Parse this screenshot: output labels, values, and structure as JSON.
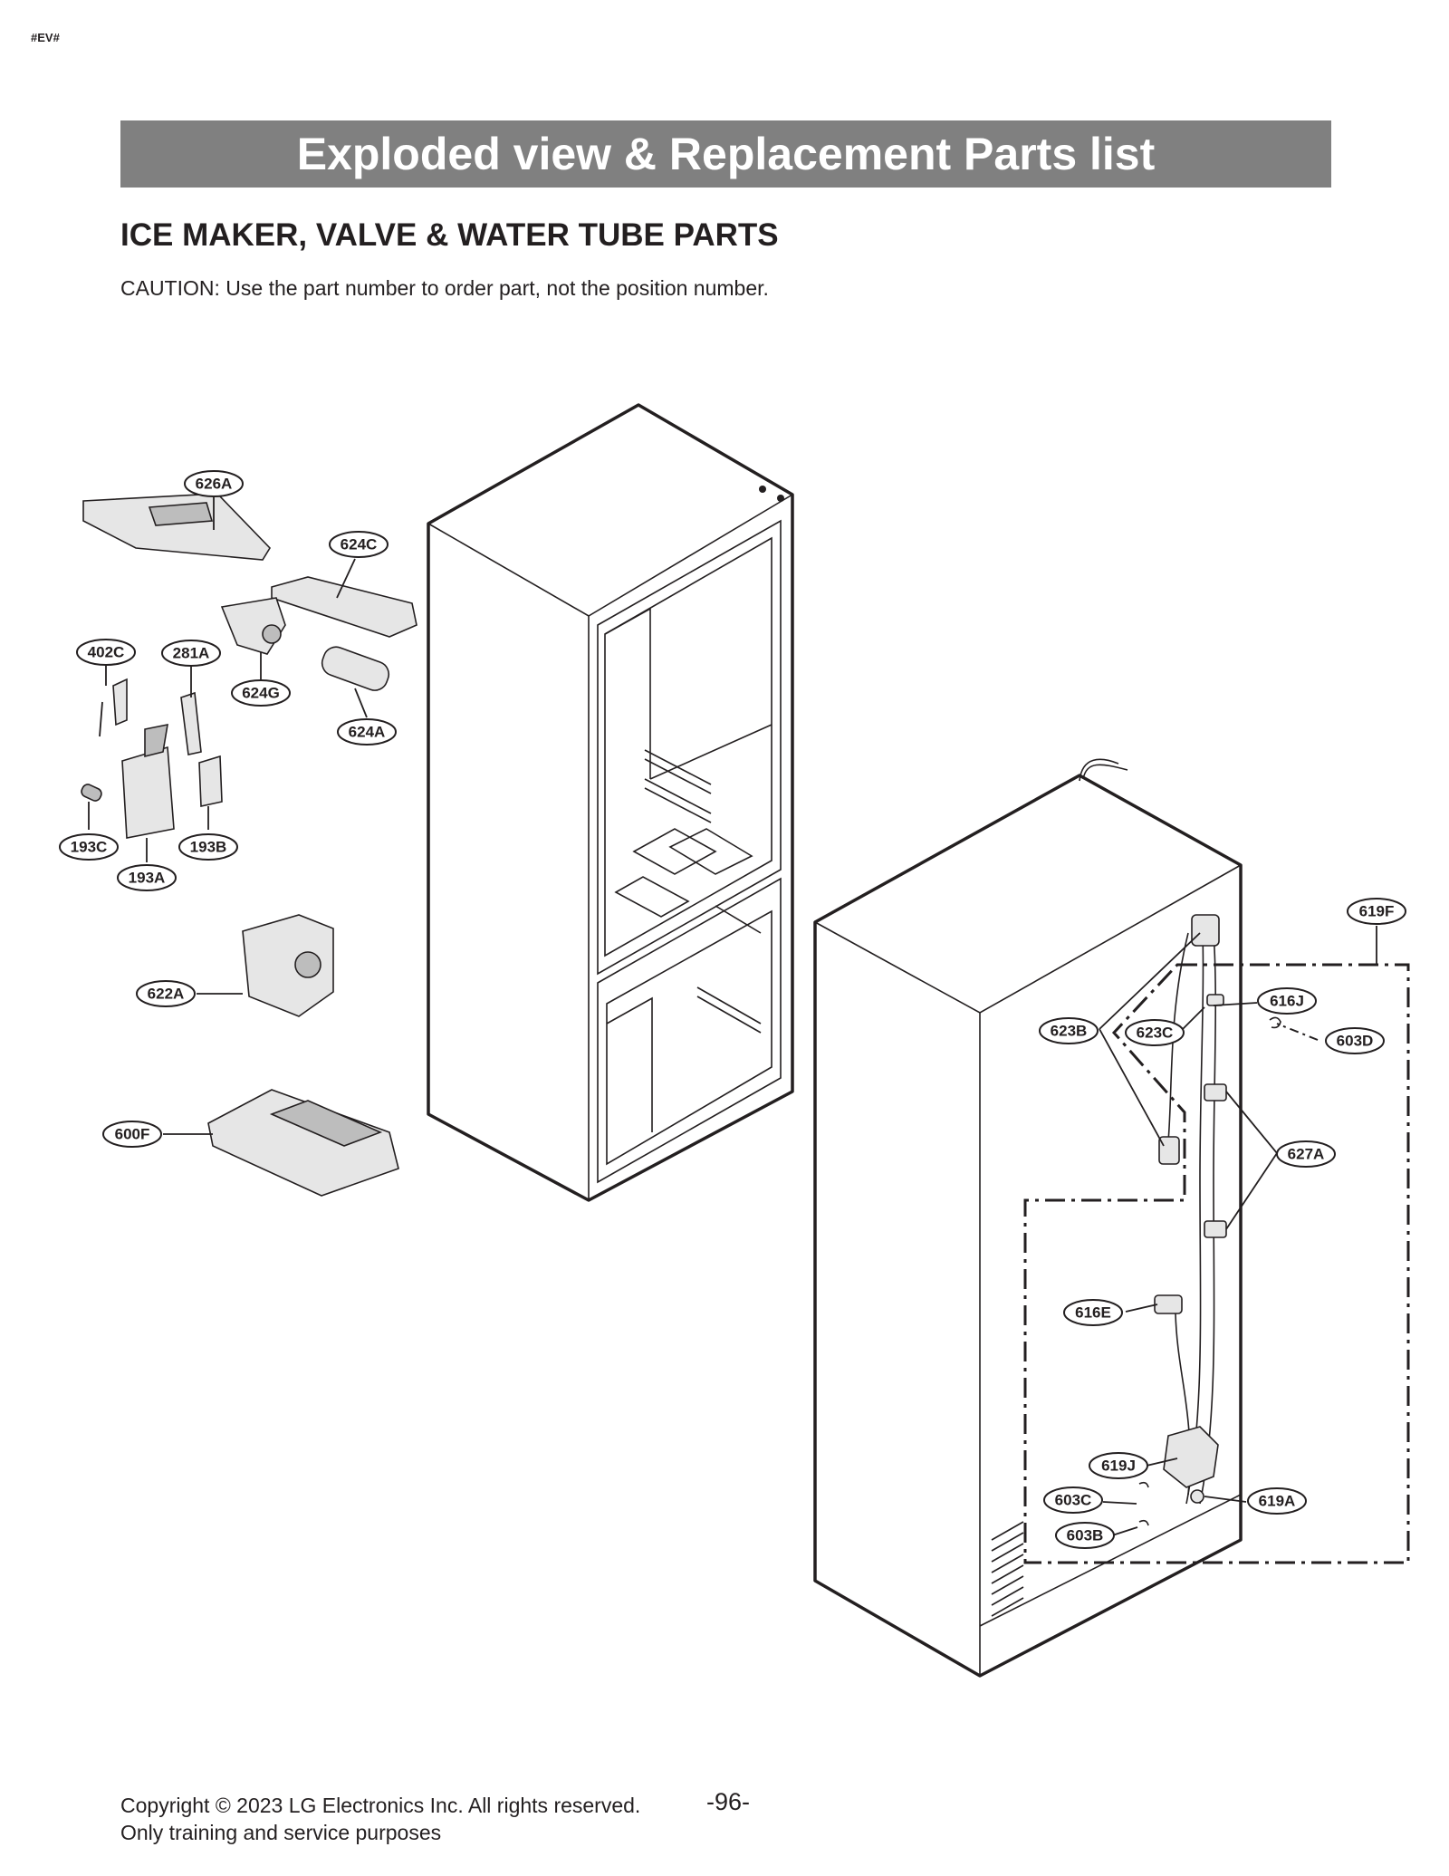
{
  "header": {
    "tag": "#EV#"
  },
  "banner": {
    "title": "Exploded view & Replacement Parts list"
  },
  "section": {
    "title": "ICE MAKER, VALVE & WATER TUBE PARTS",
    "caution": "CAUTION: Use the part number to order part, not the position number."
  },
  "callouts": {
    "c626A": "626A",
    "c624C": "624C",
    "c402C": "402C",
    "c281A": "281A",
    "c624G": "624G",
    "c624A": "624A",
    "c193C": "193C",
    "c193B": "193B",
    "c193A": "193A",
    "c622A": "622A",
    "c600F": "600F",
    "c619F": "619F",
    "c616J": "616J",
    "c623B": "623B",
    "c623C": "623C",
    "c603D": "603D",
    "c627A": "627A",
    "c616E": "616E",
    "c619J": "619J",
    "c603C": "603C",
    "c619A": "619A",
    "c603B": "603B"
  },
  "footer": {
    "copyright": "Copyright © 2023 LG Electronics Inc. All rights reserved.",
    "note": "Only training and service purposes",
    "page": "-96-"
  }
}
